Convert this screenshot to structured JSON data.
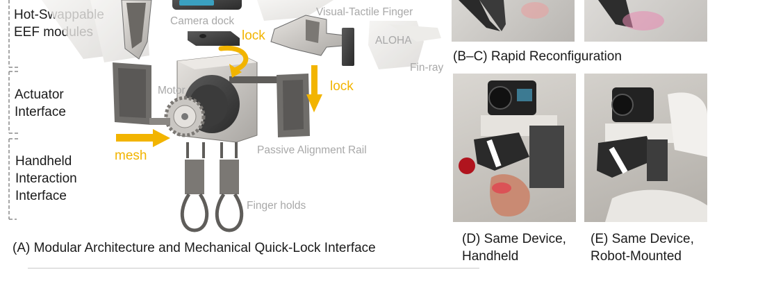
{
  "left_labels": {
    "eef": "Hot-Swappable EEF modules",
    "actuator": "Actuator Interface",
    "handheld": "Handheld Interaction Interface"
  },
  "part_labels": {
    "camera_dock": "Camera dock",
    "visual_tactile": "Visual-Tactile Finger",
    "aloha": "ALOHA",
    "fin_ray": "Fin-ray",
    "motor": "Motor",
    "passive_rail": "Passive Alignment Rail",
    "finger_holds": "Finger holds"
  },
  "arrow_labels": {
    "lock_top": "lock",
    "lock_right": "lock",
    "mesh": "mesh"
  },
  "captions": {
    "a": "(A) Modular Architecture and Mechanical Quick-Lock Interface",
    "bc": "(B–C) Rapid Reconfiguration",
    "d_line1": "(D) Same Device,",
    "d_line2": "Handheld",
    "e_line1": "(E) Same Device,",
    "e_line2": "Robot-Mounted"
  },
  "colors": {
    "accent_arrow": "#f2b400",
    "grey_text": "#a8a8a8"
  }
}
